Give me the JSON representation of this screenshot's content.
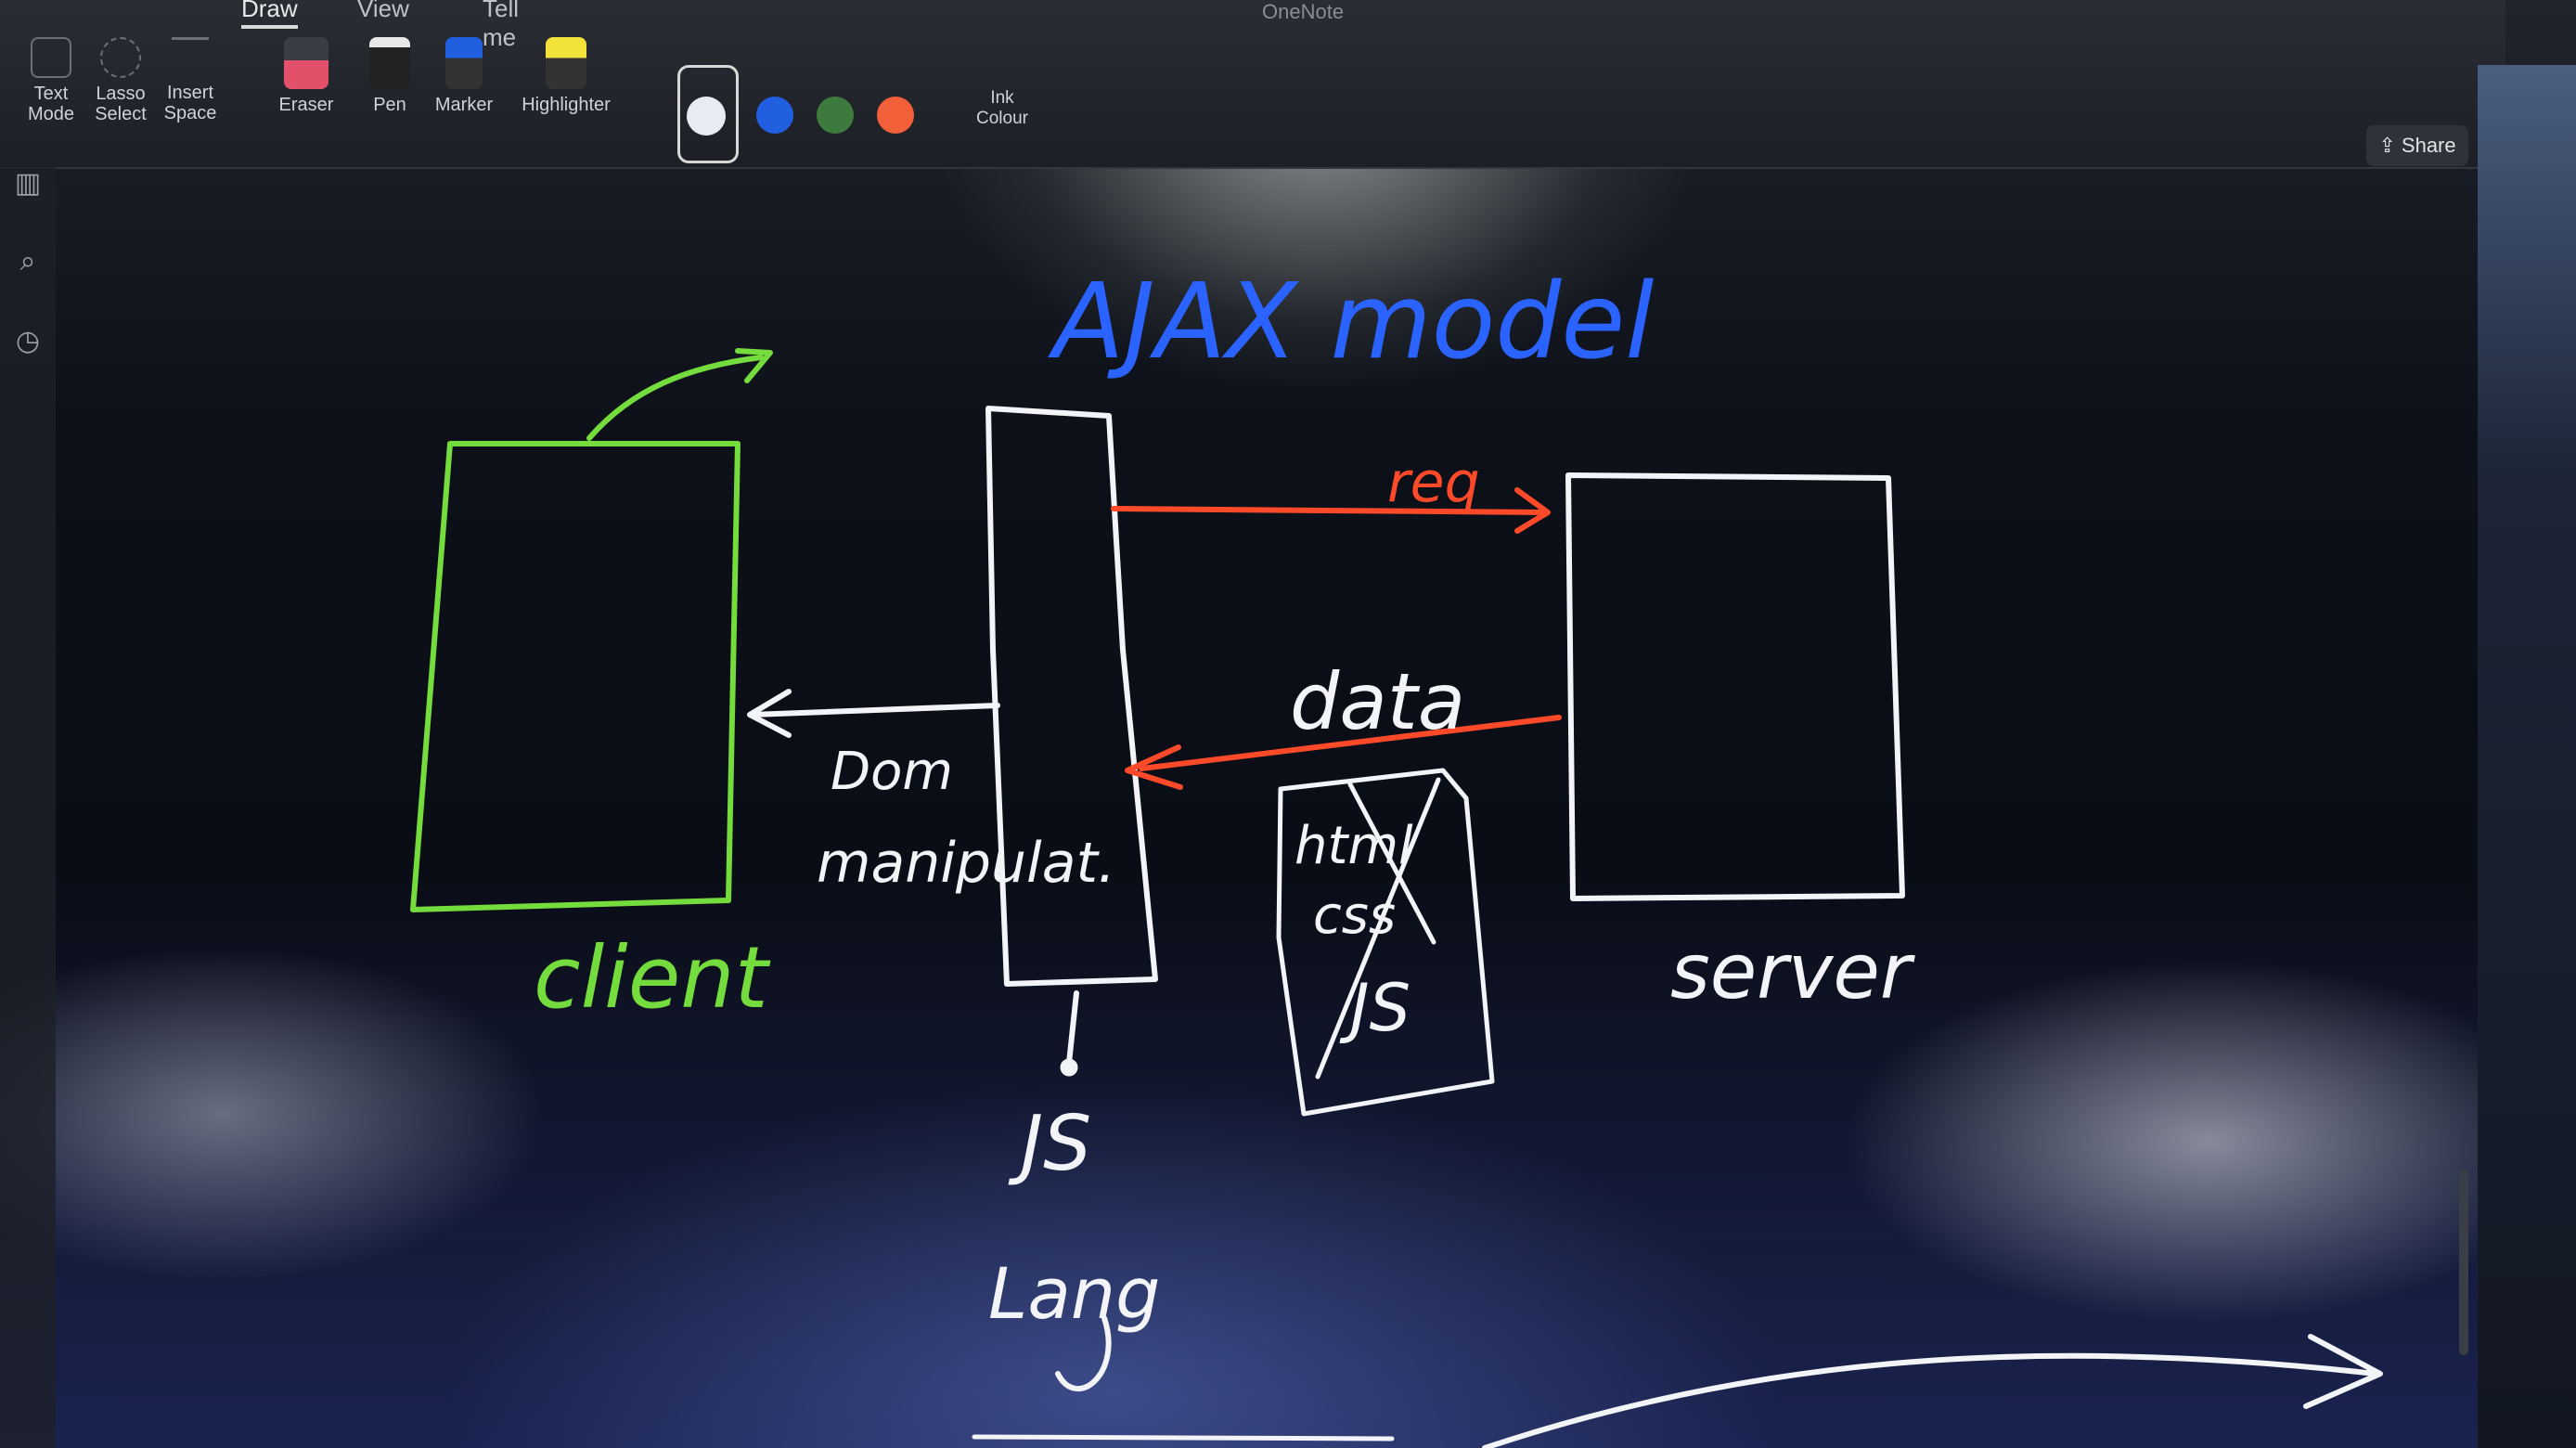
{
  "window": {
    "title": "OneNote"
  },
  "ribbon": {
    "tabs": [
      "Draw",
      "View",
      "Tell me"
    ],
    "tools": [
      {
        "label_line1": "Text",
        "label_line2": "Mode"
      },
      {
        "label_line1": "Lasso",
        "label_line2": "Select"
      },
      {
        "label_line1": "Insert",
        "label_line2": "Space"
      },
      {
        "label_line1": "Eraser",
        "label_line2": ""
      },
      {
        "label_line1": "Pen",
        "label_line2": ""
      },
      {
        "label_line1": "Marker",
        "label_line2": ""
      },
      {
        "label_line1": "Highlighter",
        "label_line2": ""
      }
    ],
    "ink_colour_line1": "Ink",
    "ink_colour_line2": "Colour",
    "share_label": "Share",
    "pen_colors": [
      "#e8ecf2",
      "#1f5fe0",
      "#3c7a3e",
      "#f2603a"
    ]
  },
  "canvas": {
    "title": "AJAX model",
    "client_label": "client",
    "server_label": "server",
    "request_label": "req",
    "data_label": "data",
    "dom_line1": "Dom",
    "dom_line2": "manipulat.",
    "crossed_lines": [
      "html",
      "css",
      "JS"
    ],
    "js_label": "JS",
    "lang_label": "Lang",
    "colors": {
      "title": "#2a63ff",
      "client": "#74dc3c",
      "arrows": "#ff4a2a",
      "ink": "#f2f4f8"
    }
  }
}
